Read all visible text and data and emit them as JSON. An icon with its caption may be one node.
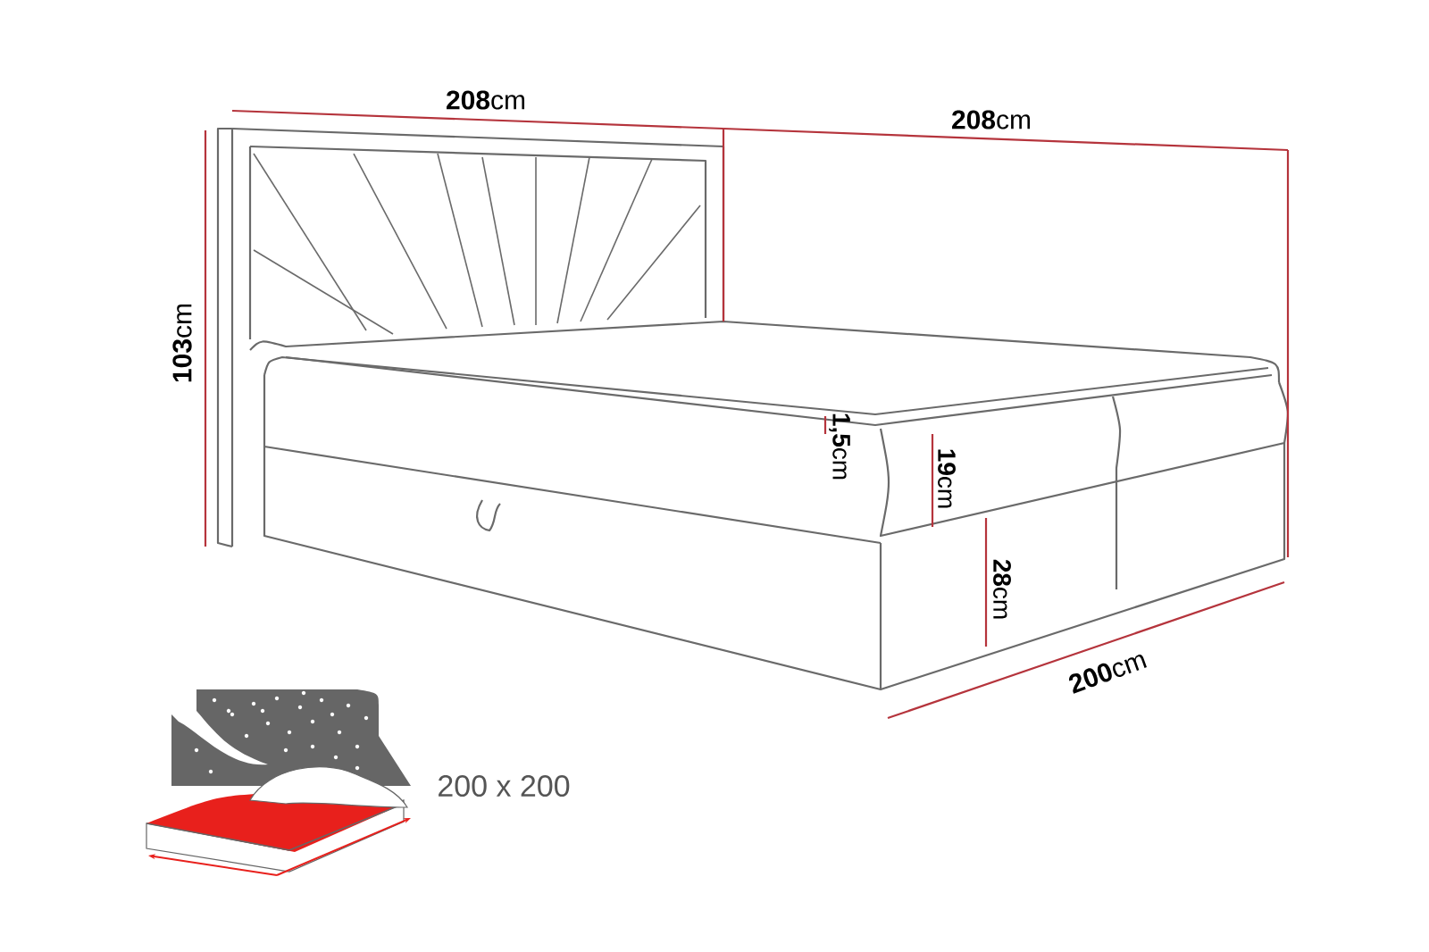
{
  "diagram": {
    "labels": [
      "**208**cm",
      "**208**cm",
      "**103**cm",
      "**1,5**cm",
      "**19**cm",
      "**28**cm",
      "**200**cm",
      "200 x 200"
    ]
  }
}
